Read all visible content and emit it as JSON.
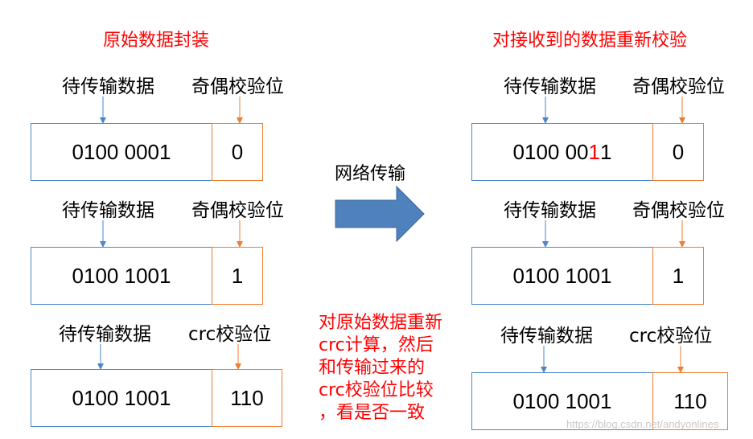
{
  "colors": {
    "title": "#ff0000",
    "data_box": "#4a86c8",
    "check_box": "#ed7d31",
    "arrow": "#4f81bd",
    "flip_bit": "#ff0000"
  },
  "left": {
    "title": "原始数据封装",
    "rows": [
      {
        "data_label": "待传输数据",
        "check_label": "奇偶校验位",
        "data": "0100 0001",
        "check": "0"
      },
      {
        "data_label": "待传输数据",
        "check_label": "奇偶校验位",
        "data": "0100 1001",
        "check": "1"
      },
      {
        "data_label": "待传输数据",
        "check_label": "crc校验位",
        "data": "0100 1001",
        "check": "110"
      }
    ]
  },
  "middle": {
    "arrow_label": "网络传输",
    "note_lines": [
      "对原始数据重新",
      "crc计算，然后",
      "和传输过来的",
      "crc校验位比较",
      "，看是否一致"
    ],
    "arrow_icon": "right-arrow-icon"
  },
  "right": {
    "title": "对接收到的数据重新校验",
    "rows": [
      {
        "data_label": "待传输数据",
        "check_label": "奇偶校验位",
        "data_prefix": "0100 00",
        "data_flipped": "1",
        "data_suffix": "1",
        "check": "0"
      },
      {
        "data_label": "待传输数据",
        "check_label": "奇偶校验位",
        "data": "0100 1001",
        "check": "1"
      },
      {
        "data_label": "待传输数据",
        "check_label": "crc校验位",
        "data": "0100 1001",
        "check": "110"
      }
    ]
  },
  "watermark": "https://blog.csdn.net/andyonlines"
}
